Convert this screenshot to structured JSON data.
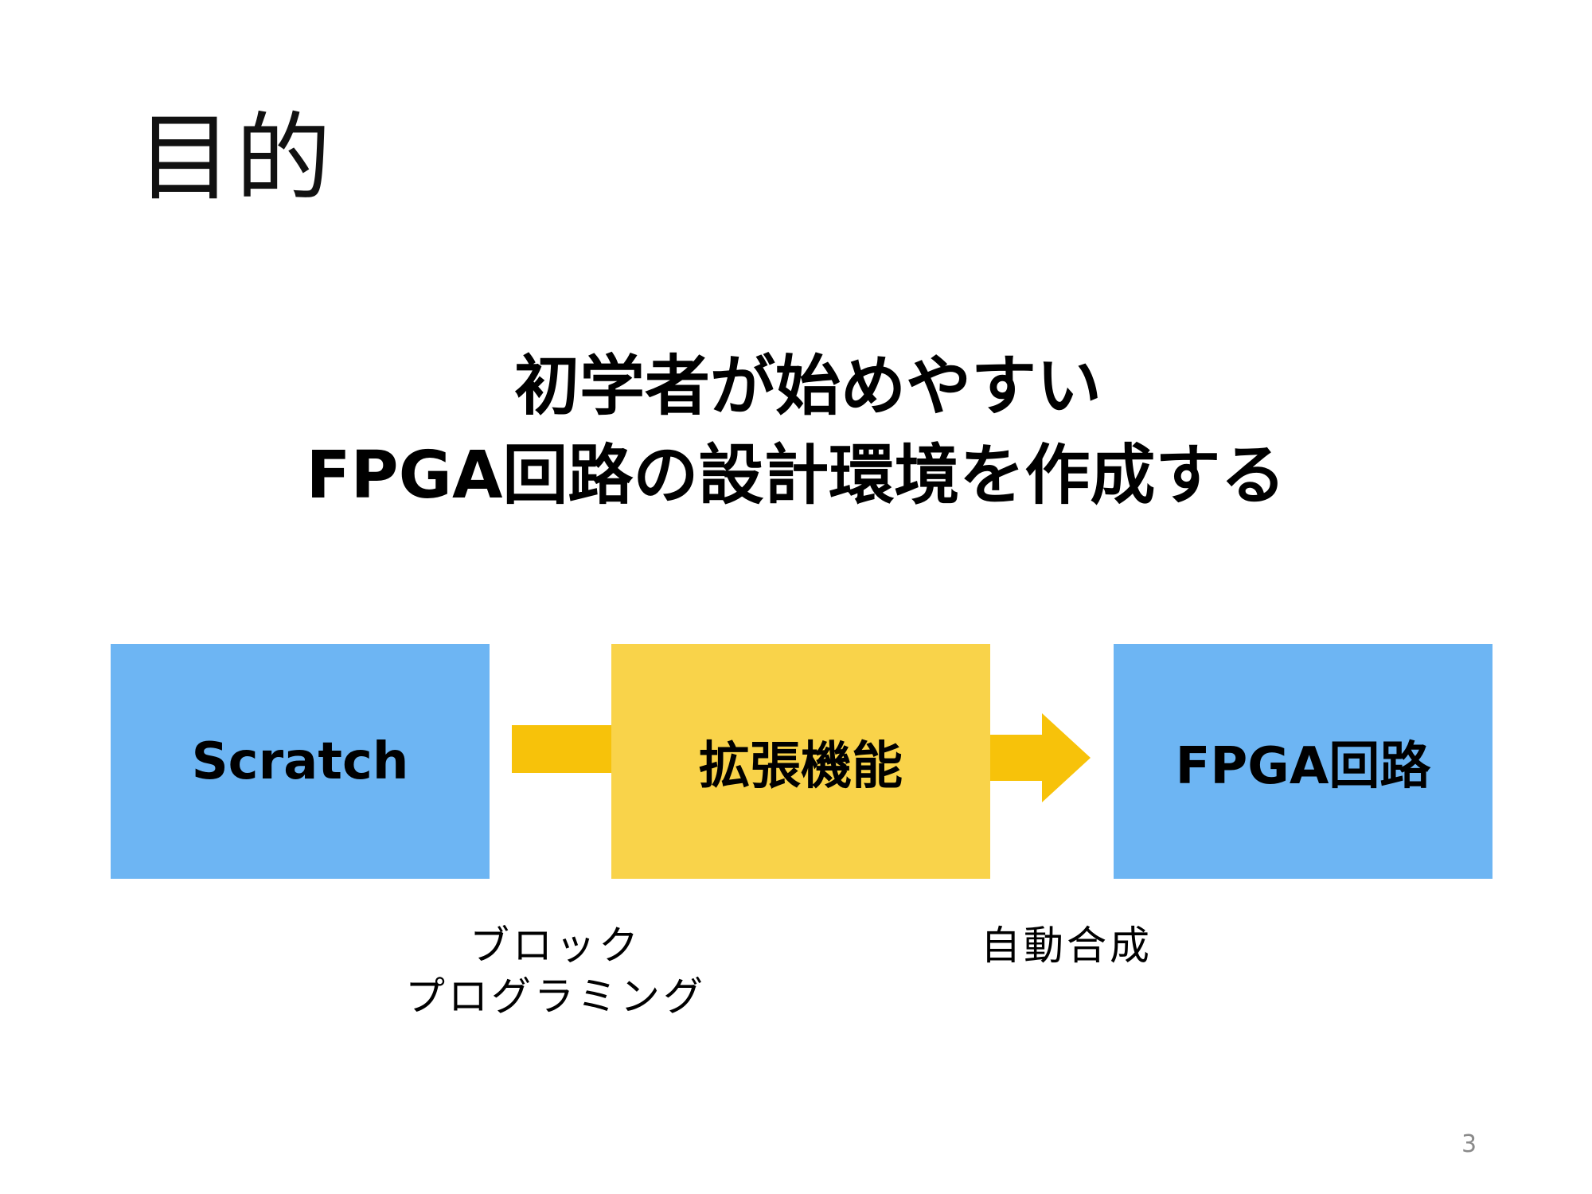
{
  "slide": {
    "title": "目的",
    "page_number": "3"
  },
  "headline": {
    "line1": "初学者が始めやすい",
    "line2": "FPGA回路の設計環境を作成する"
  },
  "diagram": {
    "nodes": [
      {
        "id": "scratch",
        "label": "Scratch",
        "color": "#6db5f3"
      },
      {
        "id": "extension",
        "label": "拡張機能",
        "color": "#f9d34a"
      },
      {
        "id": "fpga",
        "label": "FPGA回路",
        "color": "#6db5f3"
      }
    ],
    "edges": [
      {
        "from": "scratch",
        "to": "extension",
        "label_lines": [
          "ブロック",
          "プログラミング"
        ],
        "color": "#f7c20a"
      },
      {
        "from": "extension",
        "to": "fpga",
        "label_lines": [
          "自動合成"
        ],
        "color": "#f7c20a"
      }
    ]
  },
  "colors": {
    "background": "#ffffff",
    "text": "#000000",
    "page_number": "#8a8a8a"
  }
}
